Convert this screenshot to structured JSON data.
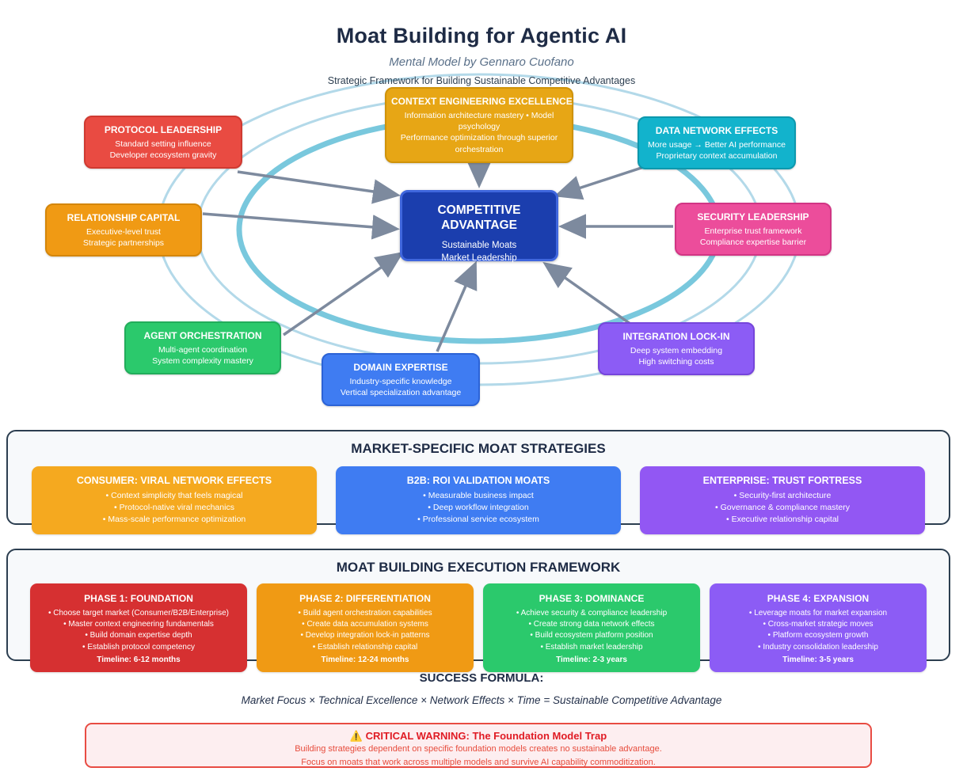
{
  "header": {
    "title": "Moat Building for Agentic AI",
    "subtitle": "Mental Model by Gennaro Cuofano",
    "tagline": "Strategic Framework for Building Sustainable Competitive Advantages"
  },
  "diagram": {
    "ring_colors": {
      "thin": "#b3d9e9",
      "thick": "#79c8dd"
    },
    "arrow_color": "#7d8a9e",
    "center": {
      "title": "COMPETITIVE ADVANTAGE",
      "line1": "Sustainable Moats",
      "line2": "Market Leadership",
      "color": "#1b3eae",
      "border_color": "#3f66dd"
    },
    "nodes": [
      {
        "id": "context-engineering-excellence",
        "title": "CONTEXT ENGINEERING EXCELLENCE",
        "line1": "Information architecture mastery • Model psychology",
        "line2": "Performance optimization through superior orchestration",
        "color": "#e7a615"
      },
      {
        "id": "protocol-leadership",
        "title": "PROTOCOL LEADERSHIP",
        "line1": "Standard setting influence",
        "line2": "Developer ecosystem gravity",
        "color": "#e94b42"
      },
      {
        "id": "data-network-effects",
        "title": "DATA NETWORK EFFECTS",
        "line1": "More usage → Better AI performance",
        "line2": "Proprietary context accumulation",
        "color": "#12b3cc"
      },
      {
        "id": "relationship-capital",
        "title": "RELATIONSHIP CAPITAL",
        "line1": "Executive-level trust",
        "line2": "Strategic partnerships",
        "color": "#f09a14"
      },
      {
        "id": "security-leadership",
        "title": "SECURITY LEADERSHIP",
        "line1": "Enterprise trust framework",
        "line2": "Compliance expertise barrier",
        "color": "#ec4d9b"
      },
      {
        "id": "agent-orchestration",
        "title": "AGENT ORCHESTRATION",
        "line1": "Multi-agent coordination",
        "line2": "System complexity mastery",
        "color": "#2bc96c"
      },
      {
        "id": "domain-expertise",
        "title": "DOMAIN EXPERTISE",
        "line1": "Industry-specific knowledge",
        "line2": "Vertical specialization advantage",
        "color": "#3f7cf2"
      },
      {
        "id": "integration-lock-in",
        "title": "INTEGRATION LOCK-IN",
        "line1": "Deep system embedding",
        "line2": "High switching costs",
        "color": "#8c5cf5"
      }
    ]
  },
  "strategies": {
    "title": "MARKET-SPECIFIC MOAT STRATEGIES",
    "cards": [
      {
        "title": "CONSUMER: VIRAL NETWORK EFFECTS",
        "color": "#f5a91f",
        "bullets": [
          "Context simplicity that feels magical",
          "Protocol-native viral mechanics",
          "Mass-scale performance optimization"
        ]
      },
      {
        "title": "B2B: ROI VALIDATION MOATS",
        "color": "#4181f2",
        "bullets": [
          "Measurable business impact",
          "Deep workflow integration",
          "Professional service ecosystem"
        ]
      },
      {
        "title": "ENTERPRISE: TRUST FORTRESS",
        "color": "#9257f3",
        "bullets": [
          "Security-first architecture",
          "Governance & compliance mastery",
          "Executive relationship capital"
        ]
      }
    ]
  },
  "framework": {
    "title": "MOAT BUILDING EXECUTION FRAMEWORK",
    "phases": [
      {
        "title": "PHASE 1: FOUNDATION",
        "color": "#d63031",
        "bullets": [
          "Choose target market (Consumer/B2B/Enterprise)",
          "Master context engineering fundamentals",
          "Build domain expertise depth",
          "Establish protocol competency"
        ],
        "timeline": "Timeline: 6-12 months"
      },
      {
        "title": "PHASE 2: DIFFERENTIATION",
        "color": "#f09a14",
        "bullets": [
          "Build agent orchestration capabilities",
          "Create data accumulation systems",
          "Develop integration lock-in patterns",
          "Establish relationship capital"
        ],
        "timeline": "Timeline: 12-24 months"
      },
      {
        "title": "PHASE 3: DOMINANCE",
        "color": "#2bc96c",
        "bullets": [
          "Achieve security & compliance leadership",
          "Create strong data network effects",
          "Build ecosystem platform position",
          "Establish market leadership"
        ],
        "timeline": "Timeline: 2-3 years"
      },
      {
        "title": "PHASE 4: EXPANSION",
        "color": "#8c5cf5",
        "bullets": [
          "Leverage moats for market expansion",
          "Cross-market strategic moves",
          "Platform ecosystem growth",
          "Industry consolidation leadership"
        ],
        "timeline": "Timeline: 3-5 years"
      }
    ]
  },
  "success": {
    "title": "SUCCESS FORMULA:",
    "formula": "Market Focus × Technical Excellence × Network Effects × Time = Sustainable Competitive Advantage"
  },
  "warning": {
    "icon": "⚠️",
    "title": "CRITICAL WARNING: The Foundation Model Trap",
    "line1": "Building strategies dependent on specific foundation models creates no sustainable advantage.",
    "line2": "Focus on moats that work across multiple models and survive AI capability commoditization."
  }
}
